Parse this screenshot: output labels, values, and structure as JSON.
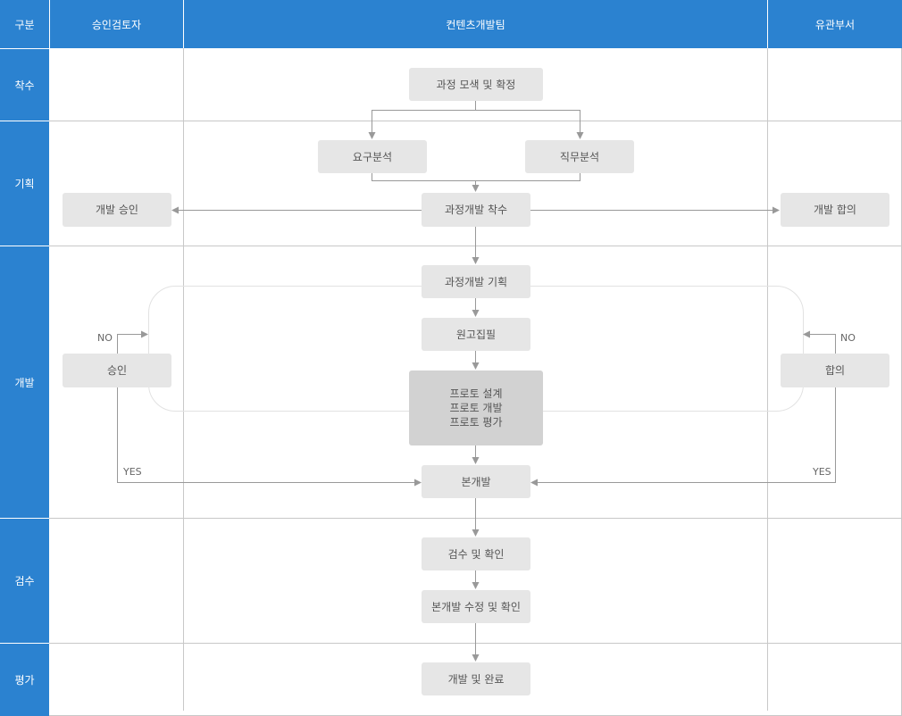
{
  "header": {
    "col_stage": "구분",
    "col_reviewer": "승인검토자",
    "col_team": "컨텐츠개발팀",
    "col_dept": "유관부서"
  },
  "stages": [
    "착수",
    "기획",
    "개발",
    "검수",
    "평가"
  ],
  "boxes": {
    "explore": "과정 모색 및 확정",
    "needs": "요구분석",
    "job": "직무분석",
    "start": "과정개발 착수",
    "dev_approval": "개발 승인",
    "dev_agreement": "개발 합의",
    "plan": "과정개발 기획",
    "draft": "원고집필",
    "proto": [
      "프로토 설계",
      "프로토 개발",
      "프로토 평가"
    ],
    "approve": "승인",
    "agree": "합의",
    "main_dev": "본개발",
    "inspect": "검수 및 확인",
    "revise": "본개발 수정 및 확인",
    "complete": "개발 및 완료"
  },
  "labels": {
    "no_left": "NO",
    "no_right": "NO",
    "yes_left": "YES",
    "yes_right": "YES"
  },
  "colors": {
    "header_blue": "#2b82d0",
    "box_gray": "#e6e6e6",
    "proto_gray": "#d2d2d2",
    "line_gray": "#999999"
  }
}
